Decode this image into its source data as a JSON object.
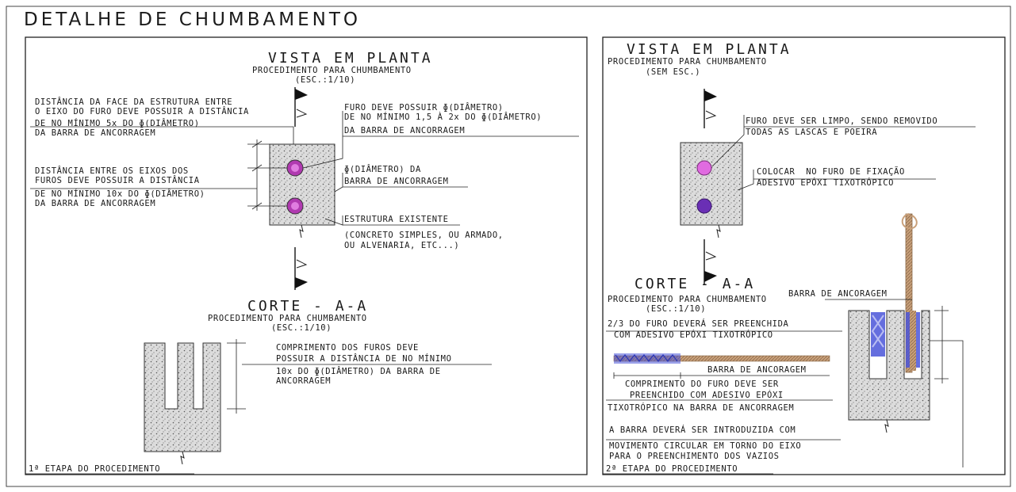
{
  "title": "DETALHE DE CHUMBAMENTO",
  "colors": {
    "line": "#1a1a1a",
    "concrete": "#d9d9d9",
    "magenta": "#d44fd6",
    "purple": "#6a2fb5",
    "blue": "#4a55d8",
    "bar_tan": "#c9a07a"
  },
  "left_panel": {
    "plan_title": "VISTA EM PLANTA",
    "plan_subtitle": "PROCEDIMENTO PARA CHUMBAMENTO",
    "plan_scale": "(ESC.:1/10)",
    "note_face_1": "DISTÂNCIA DA FACE DA ESTRUTURA ENTRE",
    "note_face_2": "O EIXO DO FURO DEVE POSSUIR A DISTÂNCIA",
    "note_face_3": "DE NO MÍNIMO 5x DO ɸ(DIÂMETRO)",
    "note_face_4": "DA BARRA DE ANCORRAGEM",
    "note_furo_1": "FURO DEVE POSSUIR ɸ(DIÂMETRO)",
    "note_furo_2": "DE NO MÍNIMO 1,5 À 2x DO ɸ(DIÂMETRO)",
    "note_furo_3": "DA BARRA DE ANCORRAGEM",
    "note_eixos_1": "DISTÂNCIA ENTRE OS EIXOS DOS",
    "note_eixos_2": "FUROS DEVE POSSUIR A DISTÂNCIA",
    "note_eixos_3": "DE NO MÍNIMO 10x DO ɸ(DIÂMETRO)",
    "note_eixos_4": "DA BARRA DE ANCORRAGEM",
    "note_diam_1": "ɸ(DIÂMETRO) DA",
    "note_diam_2": "BARRA DE ANCORRAGEM",
    "note_estr_1": "ESTRUTURA EXISTENTE",
    "note_estr_2": "(CONCRETO SIMPLES, OU ARMADO,",
    "note_estr_3": "OU ALVENARIA, ETC...)",
    "section_title": "CORTE - A-A",
    "section_subtitle": "PROCEDIMENTO PARA CHUMBAMENTO",
    "section_scale": "(ESC.:1/10)",
    "note_comp_1": "COMPRIMENTO DOS FUROS DEVE",
    "note_comp_2": "POSSUIR A DISTÂNCIA DE NO MÍNIMO",
    "note_comp_3": "10x DO ɸ(DIÂMETRO) DA BARRA DE",
    "note_comp_4": "ANCORRAGEM",
    "step_label": "1ª ETAPA DO PROCEDIMENTO"
  },
  "right_panel": {
    "plan_title": "VISTA EM PLANTA",
    "plan_subtitle": "PROCEDIMENTO PARA CHUMBAMENTO",
    "plan_scale": "(SEM ESC.)",
    "note_limpo_1": "FURO DEVE SER LIMPO, SENDO REMOVIDO",
    "note_limpo_2": "TODAS AS LASCAS E POEIRA",
    "note_colocar_1": "COLOCAR  NO FURO DE FIXAÇÃO",
    "note_colocar_2": "ADESIVO EPÓXI TIXOTRÓPICO",
    "note_barra_top": "BARRA DE ANCORAGEM",
    "section_title": "CORTE - A-A",
    "section_subtitle": "PROCEDIMENTO PARA CHUMBAMENTO",
    "section_scale": "(ESC.:1/10)",
    "note_23_1": "2/3 DO FURO DEVERÁ SER PREENCHIDA",
    "note_23_2": "COM ADESIVO EPÓXI TIXOTRÓPICO",
    "note_barra_mid": "BARRA DE ANCORAGEM",
    "note_comp_1": "COMPRIMENTO DO FURO DEVE SER",
    "note_comp_2": "PREENCHIDO COM ADESIVO EPÓXI",
    "note_comp_3": "TIXOTRÓPICO NA BARRA DE ANCORRAGEM",
    "note_intro_1": "A BARRA DEVERÁ SER INTRODUZIDA COM",
    "note_intro_2": "MOVIMENTO CIRCULAR EM TORNO DO EIXO",
    "note_intro_3": "PARA O PREENCHIMENTO DOS VAZIOS",
    "step_label": "2ª ETAPA DO PROCEDIMENTO"
  }
}
